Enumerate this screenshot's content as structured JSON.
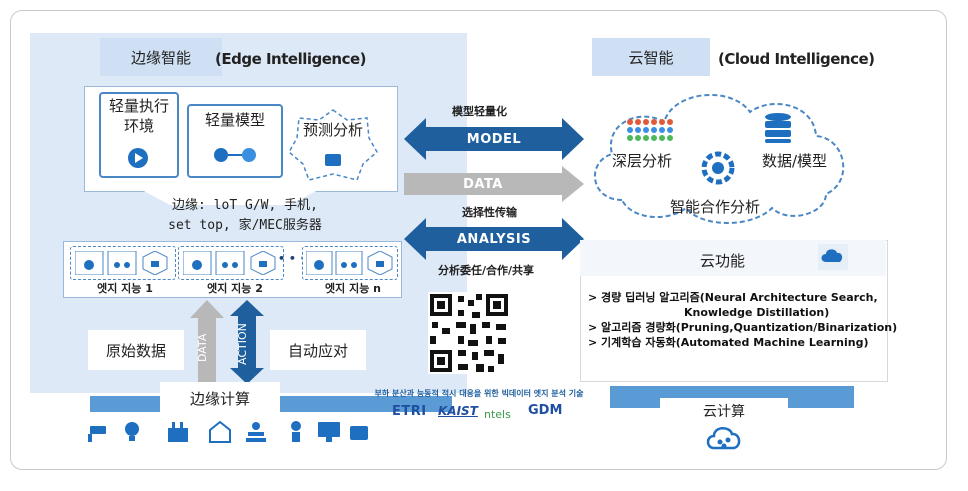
{
  "edge": {
    "title_cn": "边缘智能",
    "title_en": "(Edge Intelligence)",
    "env_label": "轻量执行环境",
    "model_label": "轻量模型",
    "predict_label": "预测分析",
    "devices_line1": "边缘: loT G/W, 手机,",
    "devices_line2": "set top, 家/MEC服务器",
    "node1": "엣지 지능 1",
    "node2": "엣지 지능 2",
    "noden": "엣지 지능 n",
    "ellipsis": "• • • •",
    "raw_data": "原始数据",
    "auto_response": "自动应对",
    "data_vertical": "DATA",
    "action_vertical": "ACTION",
    "computing": "边缘计算"
  },
  "middle": {
    "model_caption": "模型轻量化",
    "model_arrow": "MODEL",
    "data_arrow": "DATA",
    "data_caption": "选择性传输",
    "analysis_arrow": "ANALYSIS",
    "analysis_caption": "分析委任/合作/共享",
    "tech_caption": "부하 분산과 능동적 적시 대응을 위한 빅데이터 엣지 분석 기술",
    "logos": [
      "ETRI",
      "KAIST",
      "ntels",
      "GDM"
    ]
  },
  "cloud": {
    "title_cn": "云智能",
    "title_en": "(Cloud Intelligence)",
    "deep_analysis": "深层分析",
    "data_model": "数据/模型",
    "smart_coop": "智能合作分析",
    "function_title": "云功能",
    "bullets": [
      "> 경량 딥러닝 알고리즘(Neural Architecture Search,",
      "Knowledge Distillation)",
      "> 알고리즘 경량화(Pruning,Quantization/Binarization)",
      "> 기계학습 자동화(Automated Machine Learning)"
    ],
    "computing": "云计算"
  },
  "colors": {
    "arrow_blue": "#1f5f9e",
    "arrow_gray": "#b8b8b8",
    "panel_blue": "#dde9f7",
    "accent_blue": "#4a87c5"
  }
}
